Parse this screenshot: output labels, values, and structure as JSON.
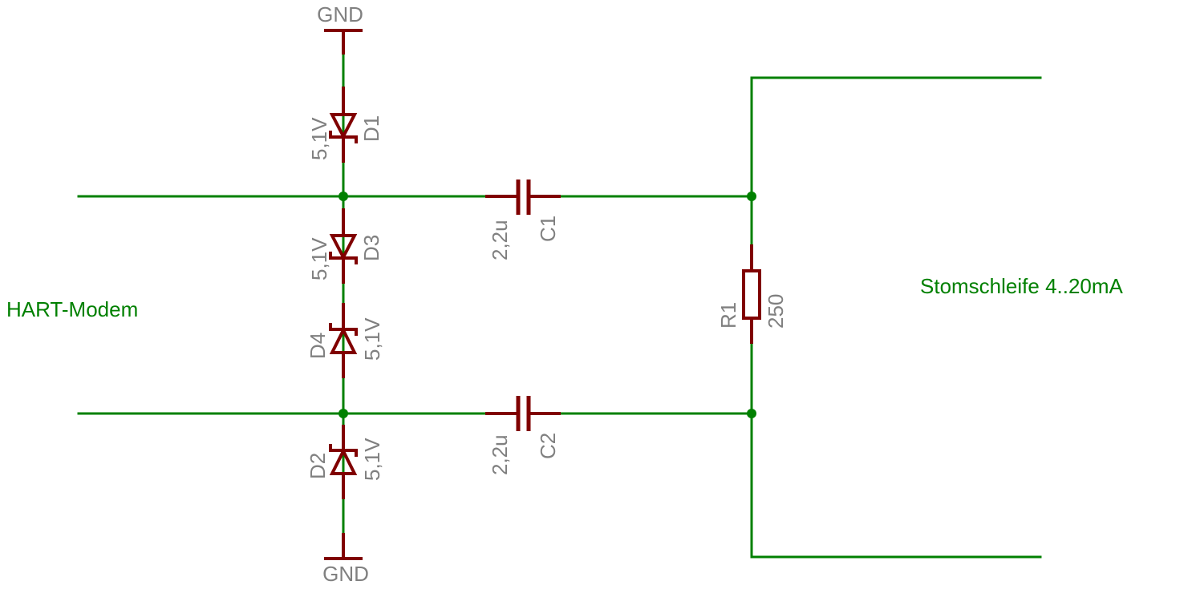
{
  "net_labels": {
    "left": "HART-Modem",
    "right": "Stomschleife 4..20mA"
  },
  "power": {
    "gnd_top": "GND",
    "gnd_bottom": "GND"
  },
  "components": {
    "D1": {
      "name": "D1",
      "value": "5,1V"
    },
    "D2": {
      "name": "D2",
      "value": "5,1V"
    },
    "D3": {
      "name": "D3",
      "value": "5,1V"
    },
    "D4": {
      "name": "D4",
      "value": "5,1V"
    },
    "C1": {
      "name": "C1",
      "value": "2,2u"
    },
    "C2": {
      "name": "C2",
      "value": "2,2u"
    },
    "R1": {
      "name": "R1",
      "value": "250"
    }
  },
  "colors": {
    "wire": "#008000",
    "part": "#800000",
    "label": "#808080",
    "net_label": "#008000",
    "background": "#ffffff"
  }
}
